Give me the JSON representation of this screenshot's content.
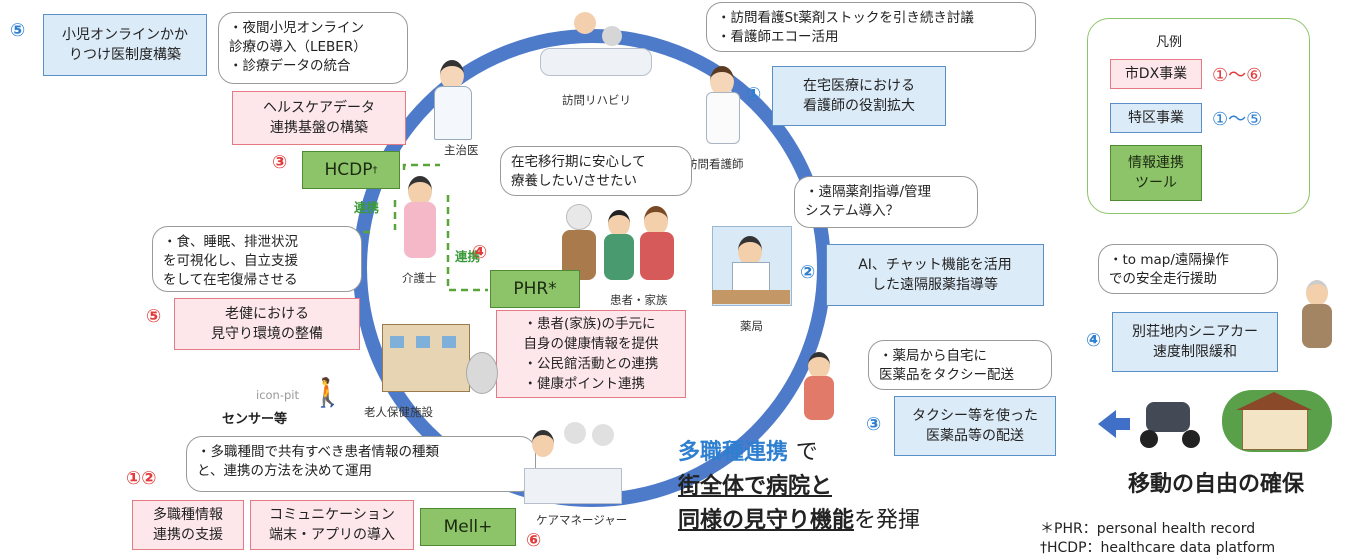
{
  "boxes": {
    "pediatric_online": "小児オンラインかか\nりつけ医制度構築",
    "healthcare_data": "ヘルスケアデータ\n連携基盤の構築",
    "nurse_role": "在宅医療における\n看護師の役割拡大",
    "ai_chat": "AI、チャット機能を活用\nした遠隔服薬指導等",
    "rouken": "老健における\n見守り環境の整備",
    "taxi": "タクシー等を使った\n医薬品等の配送",
    "senior_car": "別荘地内シニアカー\n速度制限緩和",
    "multi_info": "多職種情報\n連携の支援",
    "communication": "コミュニケーション\n端末・アプリの導入",
    "phr_detail": "・患者(家族)の手元に\n自身の健康情報を提供\n・公民館活動との連携\n・健康ポイント連携"
  },
  "bubbles": {
    "night_pediatric": "・夜間小児オンライン\n診療の導入（LEBER）\n・診療データの統合",
    "nurse_stock": "・訪問看護St薬剤ストックを引き続き討議\n・看護師エコー活用",
    "remote_pharma": "・遠隔薬剤指導/管理\nシステム導入？",
    "patient_wish": "在宅移行期に安心して\n療養したい/させたい",
    "food_sleep": "・食、睡眠、排泄状況\nを可視化し、自立支援\nをして在宅復帰させる",
    "pharmacy_taxi": "・薬局から自宅に\n医薬品をタクシー配送",
    "tomap": "・to map/遠隔操作\nでの安全走行援助",
    "multi_share": "・多職種間で共有すべき患者情報の種類\nと、連携の方法を決めて運用"
  },
  "tools": {
    "hcdp": "HCDP",
    "hcdp_mark": "†",
    "phr": "PHR*",
    "mell": "Mell+"
  },
  "numbers": {
    "n5_top": "⑤",
    "n3_hcdp": "③",
    "n1_nurse": "①",
    "n4_phr": "④",
    "n2_ai": "②",
    "n5_rouken": "⑤",
    "n4_car": "④",
    "n3_taxi": "③",
    "n12": "①②",
    "n6": "⑥"
  },
  "labels": {
    "houmon_rehab": "訪問リハビリ",
    "shujii": "主治医",
    "houmon_kango": "訪問看護師",
    "kaigoshi": "介護士",
    "kanja_kazoku": "患者・家族",
    "yakkyoku": "薬局",
    "rouken_shisetsu": "老人保健施設",
    "care_manager": "ケアマネージャー",
    "icon_pit": "icon-pit",
    "sensor": "センサー等",
    "renkei1": "連携",
    "renkei2": "連携"
  },
  "legend": {
    "title": "凡例",
    "city": "市DX事業",
    "city_range": "①〜⑥",
    "special": "特区事業",
    "special_range": "①〜⑤",
    "tool": "情報連携\nツール"
  },
  "slogan": {
    "highlight": "多職種連携",
    "de": "で",
    "line2": "街全体で病院と",
    "line3_bold": "同様の見守り機能",
    "line3_rest": "を発揮"
  },
  "mobility": "移動の自由の確保",
  "footnotes": {
    "phr": "＊PHR：personal health record",
    "hcdp": "†HCDP：healthcare data platform"
  },
  "colors": {
    "blue_fill": "#dcebf8",
    "pink_fill": "#fde7ea",
    "green_fill": "#8dc46a",
    "ring": "#3f6fc6",
    "red_num": "#e23b3b",
    "blue_num": "#2f7fd1"
  }
}
